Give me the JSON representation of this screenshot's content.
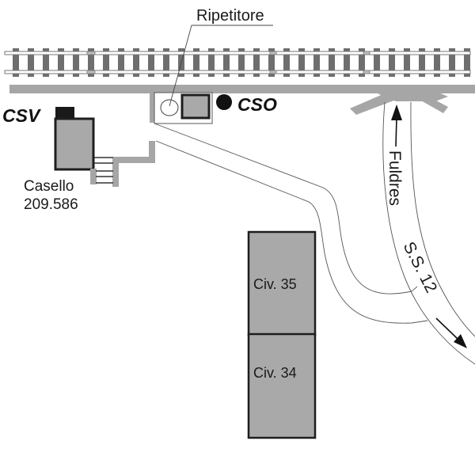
{
  "diagram": {
    "labels": {
      "repeater": "Ripetitore",
      "csv": "CSV",
      "cso": "CSO",
      "caselloName": "Casello",
      "caselloKm": "209.586",
      "civ35": "Civ. 35",
      "civ34": "Civ. 34",
      "roadFuldres": "Fuldres",
      "roadSS12": "S.S. 12"
    },
    "colors": {
      "building": "#a9a9a9",
      "outline": "#1e1e1e",
      "platform": "#a6a6a6",
      "sleeper": "#6e6e6e",
      "signal": "#111111"
    }
  }
}
